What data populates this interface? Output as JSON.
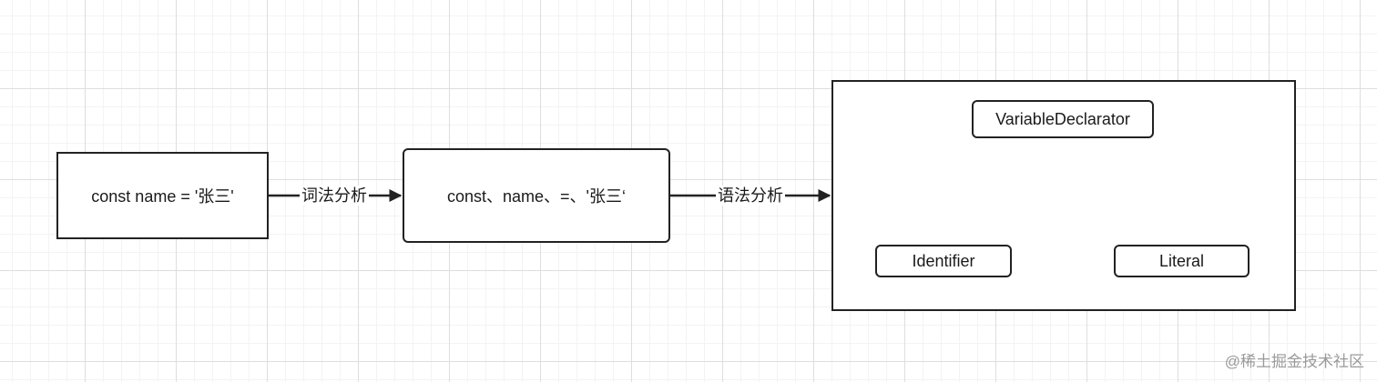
{
  "nodes": {
    "source_code": "const name = '张三'",
    "tokens": "const、name、=、'张三‘",
    "variable_declarator": "VariableDeclarator",
    "identifier": "Identifier",
    "literal": "Literal"
  },
  "edges": {
    "lexical_analysis": "词法分析",
    "syntax_analysis": "语法分析"
  },
  "watermark": "@稀土掘金技术社区"
}
